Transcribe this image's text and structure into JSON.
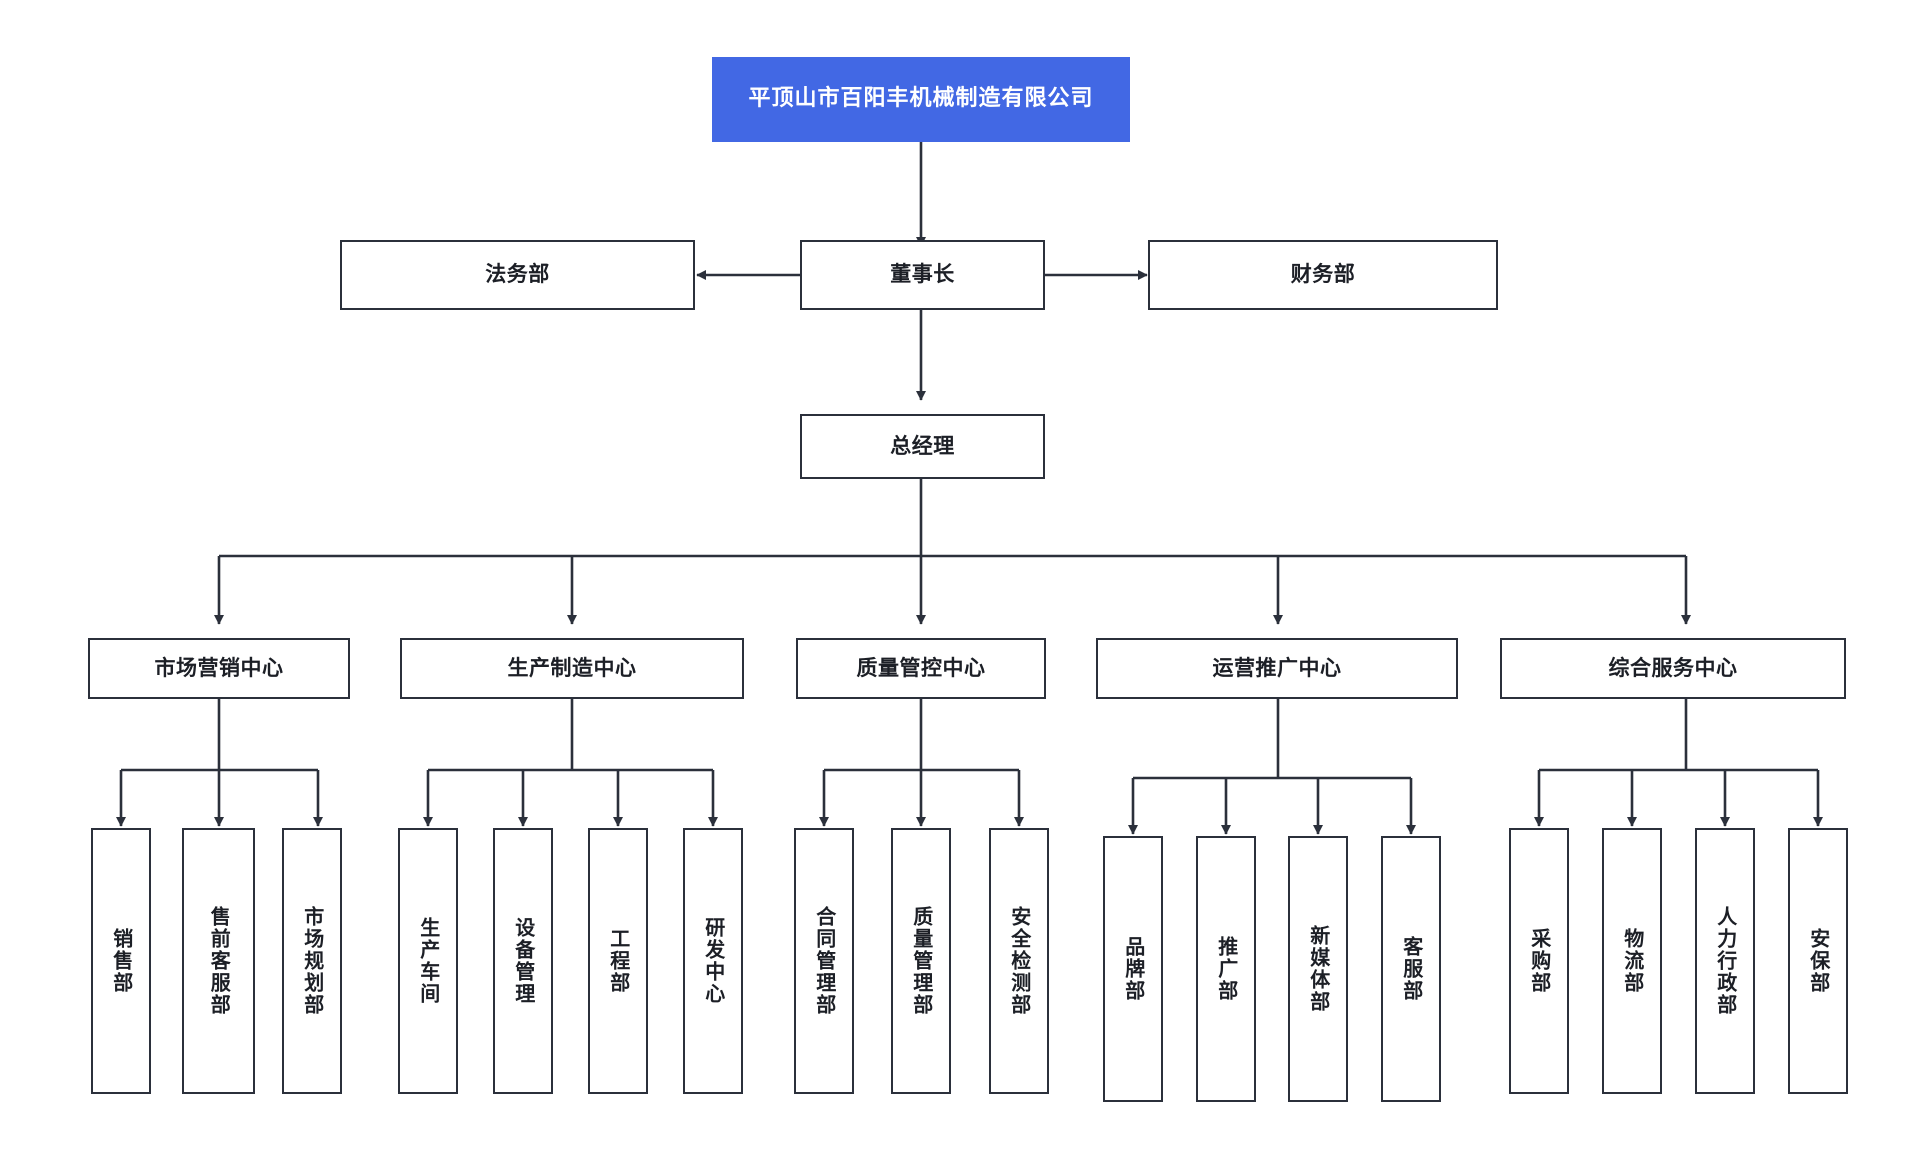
{
  "diagram": {
    "type": "organization-chart",
    "title": "平顶山市百阳丰机械制造有限公司",
    "colors": {
      "root_fill": "#4268e4",
      "root_text": "#ffffff",
      "box_border": "#2b303b",
      "box_fill": "#ffffff",
      "text": "#1c1f26",
      "connector": "#2b303b",
      "background": "#ffffff"
    }
  },
  "nodes": {
    "root": {
      "label": "平顶山市百阳丰机械制造有限公司"
    },
    "chairman": {
      "label": "董事长"
    },
    "legal": {
      "label": "法务部"
    },
    "finance": {
      "label": "财务部"
    },
    "general_manager": {
      "label": "总经理"
    }
  },
  "centers": [
    {
      "id": "marketing",
      "label": "市场营销中心",
      "children": [
        {
          "label": "销售部"
        },
        {
          "label": "售前客服部"
        },
        {
          "label": "市场规划部"
        }
      ]
    },
    {
      "id": "production",
      "label": "生产制造中心",
      "children": [
        {
          "label": "生产车间"
        },
        {
          "label": "设备管理"
        },
        {
          "label": "工程部"
        },
        {
          "label": "研发中心"
        }
      ]
    },
    {
      "id": "quality",
      "label": "质量管控中心",
      "children": [
        {
          "label": "合同管理部"
        },
        {
          "label": "质量管理部"
        },
        {
          "label": "安全检测部"
        }
      ]
    },
    {
      "id": "operations",
      "label": "运营推广中心",
      "children": [
        {
          "label": "品牌部"
        },
        {
          "label": "推广部"
        },
        {
          "label": "新媒体部"
        },
        {
          "label": "客服部"
        }
      ]
    },
    {
      "id": "services",
      "label": "综合服务中心",
      "children": [
        {
          "label": "采购部"
        },
        {
          "label": "物流部"
        },
        {
          "label": "人力行政部"
        },
        {
          "label": "安保部"
        }
      ]
    }
  ]
}
